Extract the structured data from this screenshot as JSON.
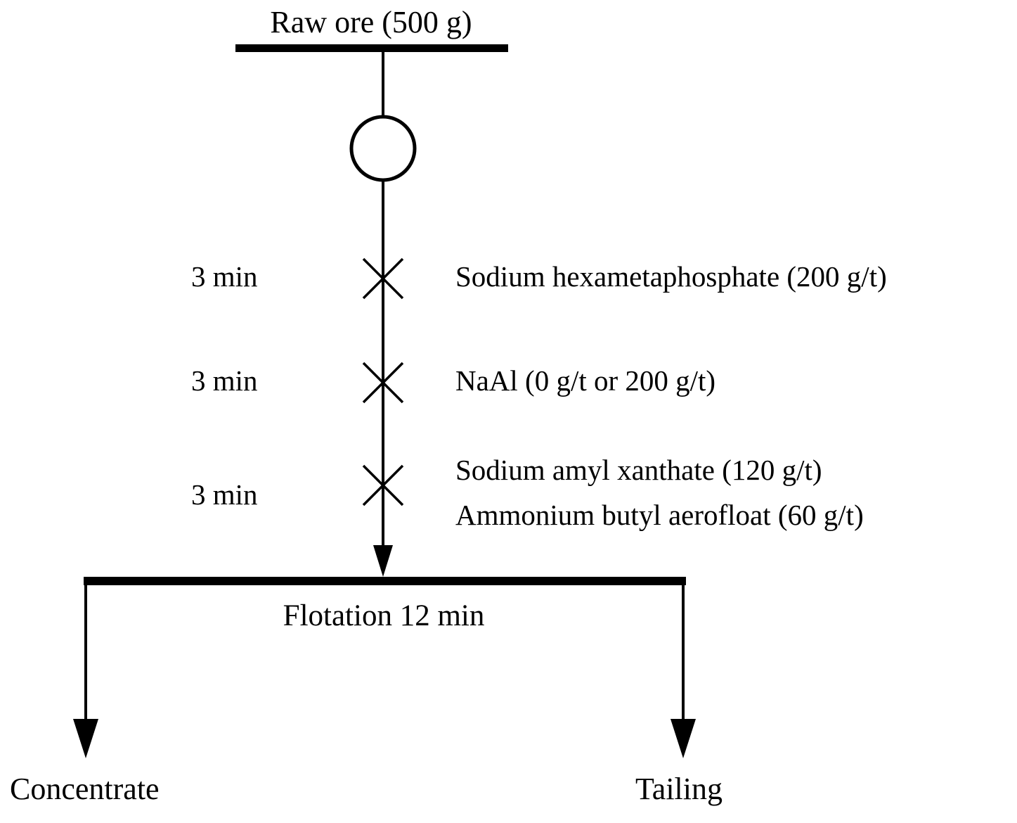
{
  "diagram": {
    "title_text": "Raw ore (500 g)",
    "feed": {
      "label": "Raw ore (500 g)"
    },
    "grinding": {
      "icon": "grinding-mill-circle"
    },
    "conditioning_steps": [
      {
        "time_label": "3 min",
        "marker": "reagent-addition-cross",
        "reagent_lines": [
          "Sodium hexametaphosphate (200 g/t)"
        ]
      },
      {
        "time_label": "3 min",
        "marker": "reagent-addition-cross",
        "reagent_lines": [
          "NaAl (0 g/t or 200 g/t)"
        ]
      },
      {
        "time_label": "3 min",
        "marker": "reagent-addition-cross",
        "reagent_lines": [
          "Sodium amyl xanthate (120 g/t)",
          "Ammonium butyl aerofloat (60 g/t)"
        ]
      }
    ],
    "flotation": {
      "label": "Flotation 12 min"
    },
    "products": {
      "left": "Concentrate",
      "right": "Tailing"
    },
    "colors": {
      "stroke": "#000000",
      "background": "#ffffff"
    }
  }
}
